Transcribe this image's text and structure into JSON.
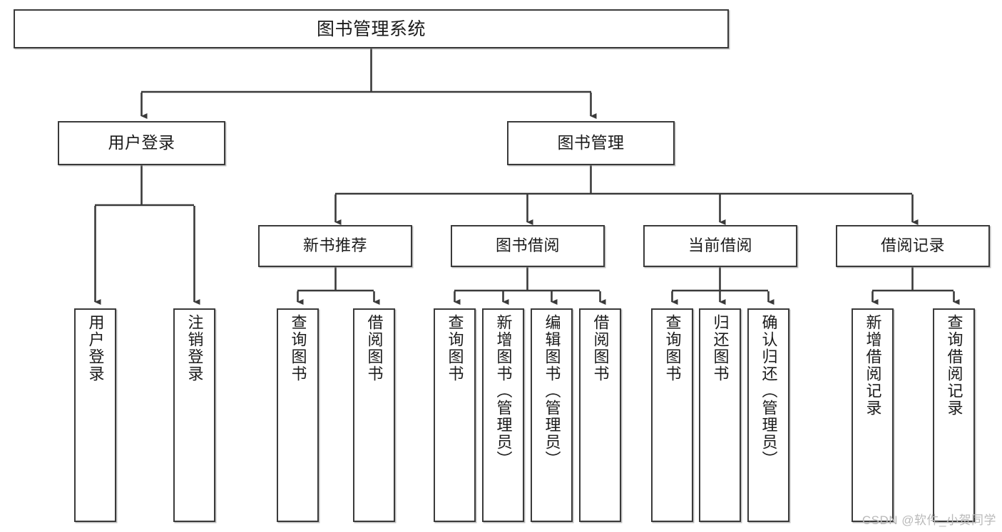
{
  "diagram": {
    "type": "tree-hierarchy",
    "orientation": "top-down",
    "colors": {
      "box_border": "#3a3a3a",
      "box_fill": "#ffffff",
      "connector": "#3a3a3a",
      "text": "#1b1b1b",
      "watermark": "#b9b9b9"
    },
    "root": {
      "label": "图书管理系统"
    },
    "level1": [
      {
        "label": "用户登录"
      },
      {
        "label": "图书管理"
      }
    ],
    "level2": [
      {
        "label": "新书推荐"
      },
      {
        "label": "图书借阅"
      },
      {
        "label": "当前借阅"
      },
      {
        "label": "借阅记录"
      }
    ],
    "leaves": {
      "user_login": [
        {
          "label": "用户登录"
        },
        {
          "label": "注销登录"
        }
      ],
      "new_book_recommend": [
        {
          "label": "查询图书"
        },
        {
          "label": "借阅图书"
        }
      ],
      "book_borrow": [
        {
          "label": "查询图书"
        },
        {
          "label": "新增图书（管理员）"
        },
        {
          "label": "编辑图书（管理员）"
        },
        {
          "label": "借阅图书"
        }
      ],
      "current_borrow": [
        {
          "label": "查询图书"
        },
        {
          "label": "归还图书"
        },
        {
          "label": "确认归还（管理员）"
        }
      ],
      "borrow_records": [
        {
          "label": "新增借阅记录"
        },
        {
          "label": "查询借阅记录"
        }
      ]
    }
  },
  "watermark": {
    "text": "CSDN @软件_小贺同学"
  }
}
